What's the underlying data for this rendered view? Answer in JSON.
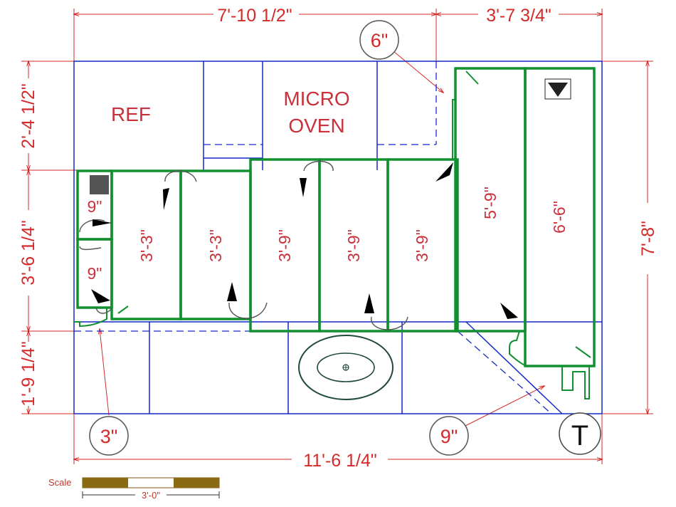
{
  "dimensions": {
    "top_left": "7'-10 1/2\"",
    "top_right": "3'-7 3/4\"",
    "bottom": "11'-6 1/4\"",
    "right": "7'-8\"",
    "left_top": "2'-4 1/2\"",
    "left_middle": "3'-6 1/4\"",
    "left_bottom": "1'-9 1/4\""
  },
  "labels": {
    "ref": "REF",
    "micro_line1": "MICRO",
    "micro_line2": "OVEN"
  },
  "segments": [
    "9\"",
    "9\"",
    "3'-3\"",
    "3'-3\"",
    "3'-9\"",
    "3'-9\"",
    "3'-9\"",
    "5'-9\"",
    "6'-6\""
  ],
  "callouts": {
    "gap_top": "6\"",
    "gap_bottom_left": "3\"",
    "gap_bottom_right": "9\"",
    "tag": "T"
  },
  "scale": {
    "label": "Scale",
    "value": "3'-0\""
  },
  "colors": {
    "dimension": "#d42a2a",
    "cabinet_outline": "#1428c8",
    "panel_outline": "#109030"
  }
}
